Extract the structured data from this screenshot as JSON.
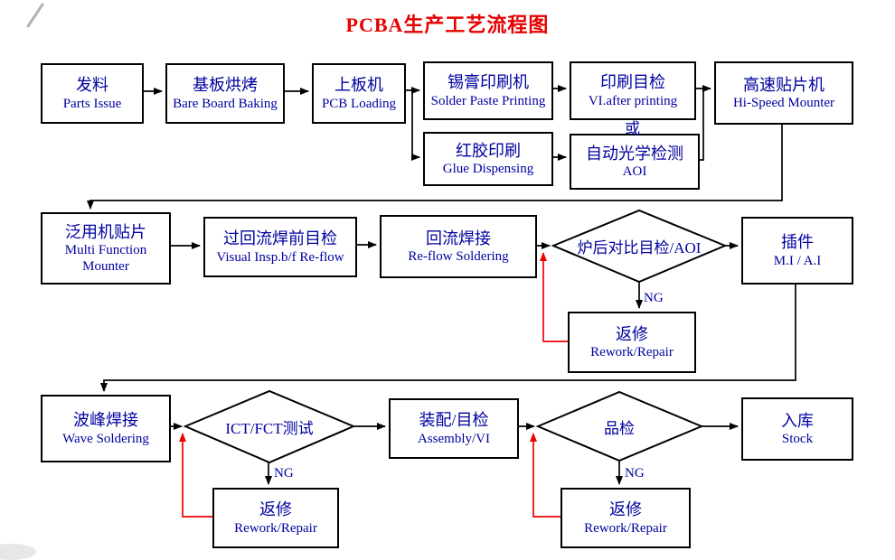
{
  "title": "PCBA生产工艺流程图",
  "colors": {
    "title": "#e60000",
    "node_text": "#0000a0",
    "node_border": "#000000",
    "connector": "#000000",
    "feedback_connector": "#ff0000",
    "background": "#ffffff"
  },
  "nodes": {
    "parts_issue": {
      "zh": "发料",
      "en": "Parts Issue"
    },
    "bare_board_baking": {
      "zh": "基板烘烤",
      "en": "Bare Board Baking"
    },
    "pcb_loading": {
      "zh": "上板机",
      "en": "PCB Loading"
    },
    "solder_paste_printing": {
      "zh": "锡膏印刷机",
      "en": "Solder Paste Printing"
    },
    "vi_after_printing": {
      "zh": "印刷目检",
      "en": "VI.after printing"
    },
    "hi_speed_mounter": {
      "zh": "高速贴片机",
      "en": "Hi-Speed Mounter"
    },
    "glue_dispensing": {
      "zh": "红胶印刷",
      "en": "Glue Dispensing"
    },
    "aoi": {
      "zh": "自动光学检测",
      "en": "AOI"
    },
    "multi_function_mounter": {
      "zh": "泛用机贴片",
      "en_line1": "Multi Function",
      "en_line2": "Mounter"
    },
    "visual_inspection_before_reflow": {
      "zh": "过回流焊前目检",
      "en": "Visual Insp.b/f Re-flow"
    },
    "reflow_soldering": {
      "zh": "回流焊接",
      "en": "Re-flow  Soldering"
    },
    "post_reflow_aoi_check": {
      "label": "炉后对比目检/AOI"
    },
    "manual_auto_insertion": {
      "zh": "插件",
      "en": "M.I / A.I"
    },
    "rework_reflow": {
      "zh": "返修",
      "en": "Rework/Repair"
    },
    "wave_soldering": {
      "zh": "波峰焊接",
      "en": "Wave Soldering"
    },
    "ict_fct_test": {
      "label": "ICT/FCT测试"
    },
    "assembly_vi": {
      "zh": "装配/目检",
      "en": "Assembly/VI"
    },
    "quality_inspection": {
      "label": "品检"
    },
    "stock": {
      "zh": "入库",
      "en": "Stock"
    },
    "rework_ict": {
      "zh": "返修",
      "en": "Rework/Repair"
    },
    "rework_qc": {
      "zh": "返修",
      "en": "Rework/Repair"
    }
  },
  "labels": {
    "or": "或",
    "ng_reflow": "NG",
    "ng_ict": "NG",
    "ng_qc": "NG"
  }
}
